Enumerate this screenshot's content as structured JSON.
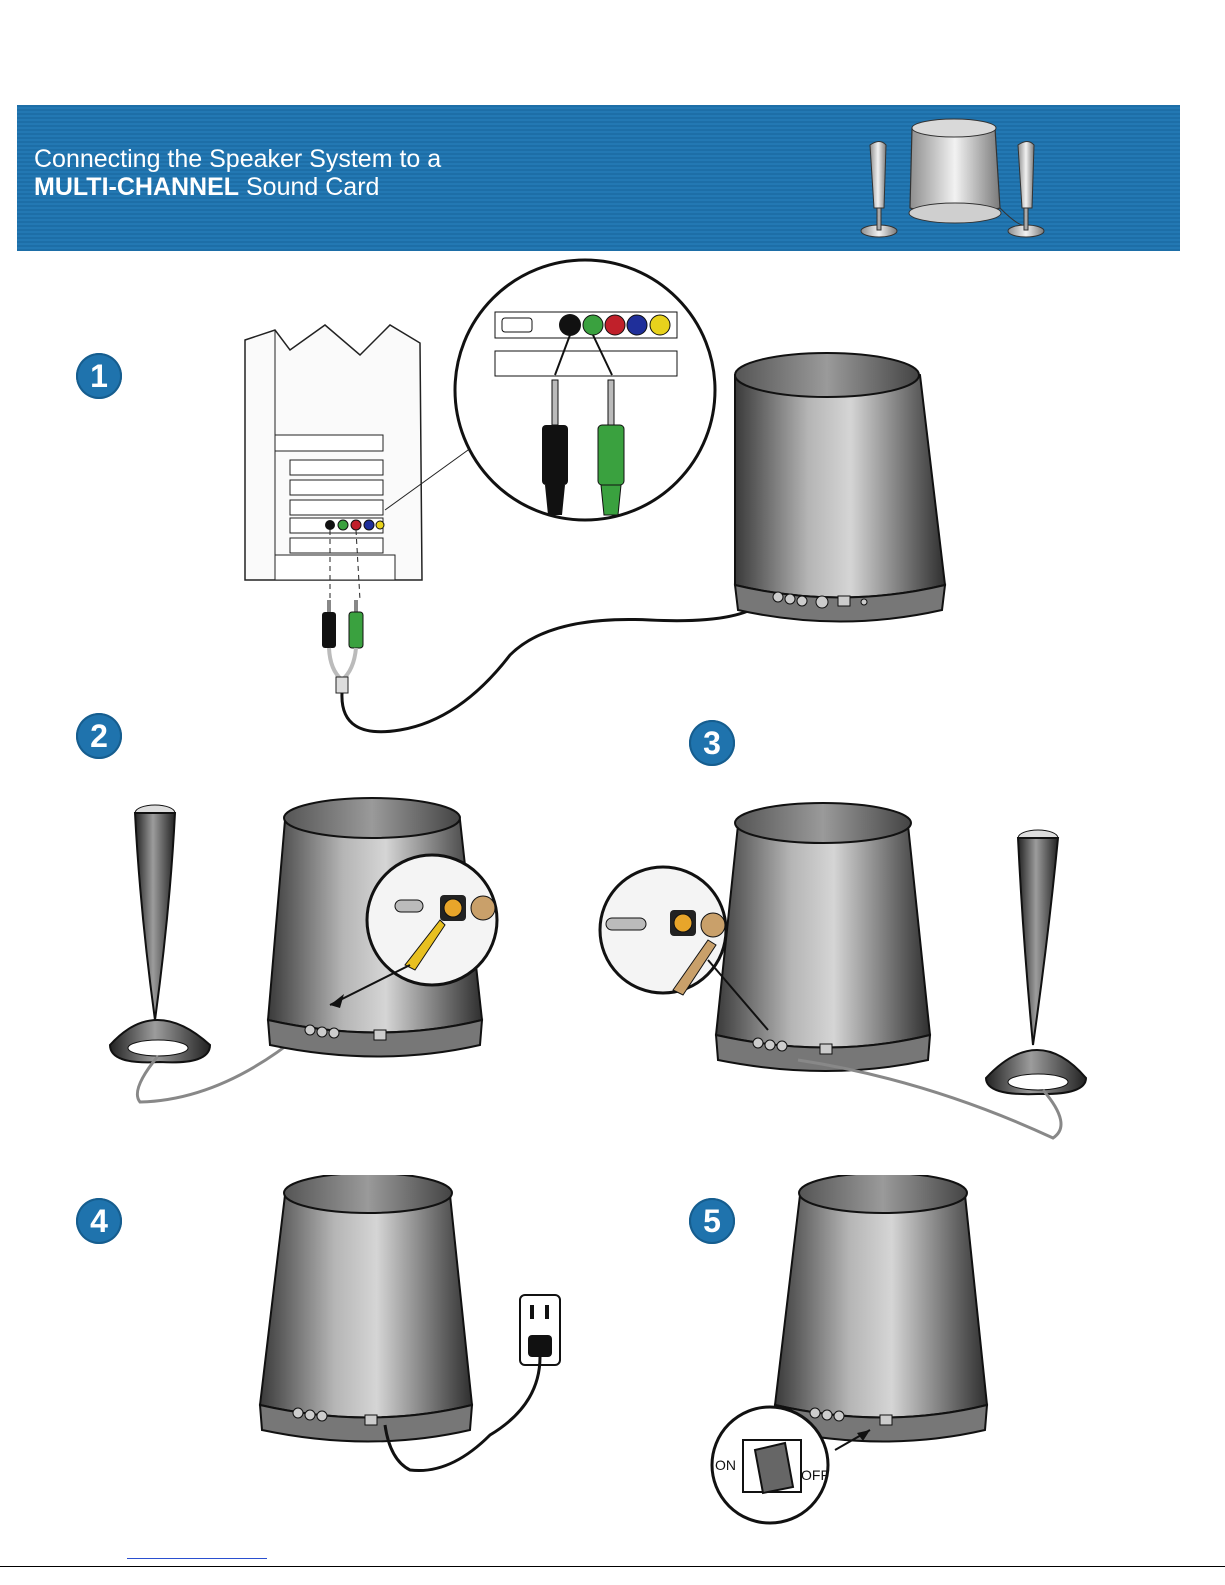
{
  "header": {
    "title_line1": "Connecting the Speaker System to a",
    "title_bold": "MULTI-CHANNEL",
    "title_rest": " Sound Card"
  },
  "steps": [
    {
      "number": "1"
    },
    {
      "number": "2"
    },
    {
      "number": "3"
    },
    {
      "number": "4"
    },
    {
      "number": "5"
    }
  ],
  "switch": {
    "on_label": "ON",
    "off_label": "OFF"
  },
  "colors": {
    "banner": "#1d6ea7",
    "badge": "#1f73ad",
    "plug_green": "#3aa13f",
    "plug_black": "#111111",
    "jack_red": "#c0202a",
    "jack_blue": "#1f2f9a",
    "jack_yellow": "#e8d21c",
    "speaker_gray": "#8a8a8a"
  }
}
